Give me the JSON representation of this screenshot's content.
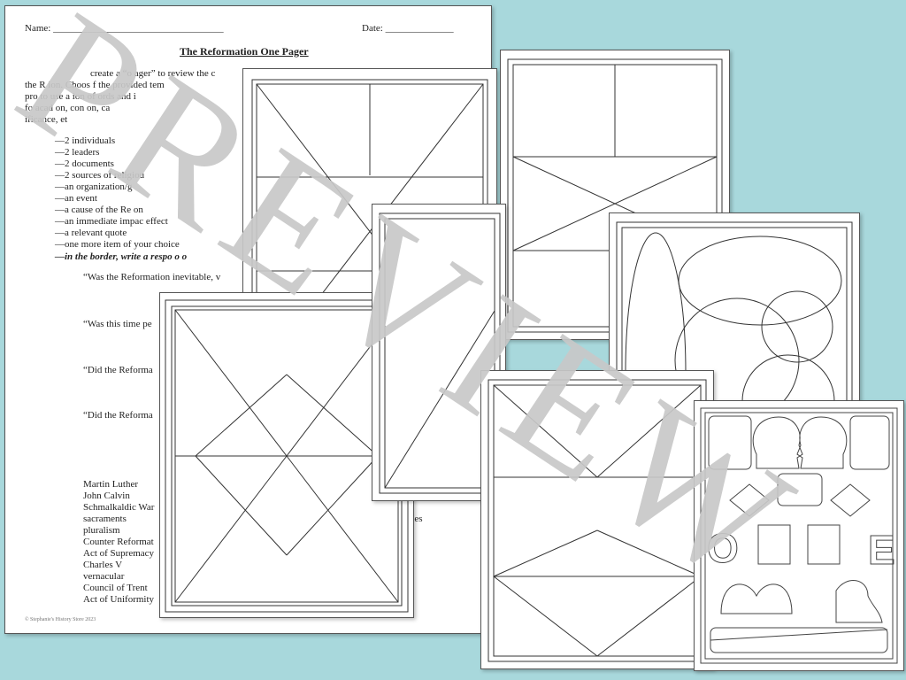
{
  "worksheet": {
    "name_label": "Name: ___________________________________",
    "date_label": "Date: ______________",
    "title": "The Reformation One Pager",
    "intro_lines": [
      "create a “o    ager” to review the c",
      "the R       ion.  Choos      f the provided tem",
      "pro          to use a       ion of        ords and i",
      "fo      acad      on,        con       on, ca",
      "         ificance, et"
    ],
    "requirements": [
      "—2 individuals",
      "—2 leaders",
      "—2 documents",
      "—2 sources of religiou",
      "—an organization/g",
      "—an event",
      "—a cause of the Re          on",
      "—an immediate impac            effect",
      "—a relevant quote",
      "—one more item of your choice"
    ],
    "border_instruction": "—in the border, write a respo       o o",
    "questions": [
      "“Was the Reformation inevitable, v",
      "“Was this time pe",
      "“Did the Reforma",
      "“Did the Reforma"
    ],
    "terms": [
      "Martin Luther",
      "John Calvin",
      "Schmalkaldic War",
      "sacraments",
      "pluralism",
      "Counter Reformat",
      "Act of Supremacy",
      "Charles V",
      "vernacular",
      "Council of Trent",
      "Act of Uniformity"
    ],
    "term_fragment": "nces",
    "footer": "© Stephanie's History Store 2023"
  },
  "watermark": {
    "text": "PREVIEW",
    "color": "#c8c8c8"
  },
  "colors": {
    "background": "#a8d8dc",
    "sheet": "#ffffff",
    "lines": "#333333"
  }
}
